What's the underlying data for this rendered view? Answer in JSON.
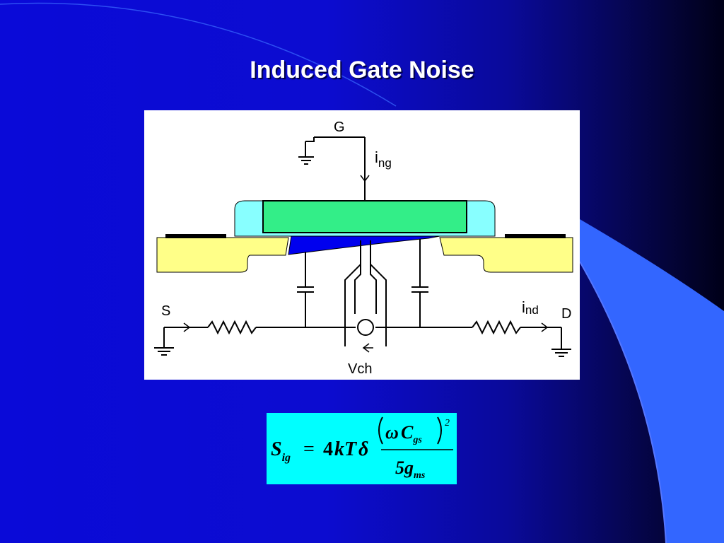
{
  "slide": {
    "title": "Induced Gate Noise",
    "colors": {
      "background": "#0c0cd0",
      "accent_swoosh": "#3366ff",
      "formula_box": "#00ffff"
    }
  },
  "diagram": {
    "gate_label": "G",
    "gate_current_label": "i",
    "gate_current_subscript": "ng",
    "source_label": "S",
    "drain_label": "D",
    "drain_current_label": "i",
    "drain_current_subscript": "nd",
    "channel_source_label": "Vch",
    "colors": {
      "gate": "#33ee88",
      "spacer": "#88ffff",
      "diffusion": "#ffff88",
      "channel": "#0000ee"
    }
  },
  "formula": {
    "lhs": "S",
    "lhs_sub": "ig",
    "equals": "=",
    "coefficient": "4",
    "kt": "kT",
    "delta": "δ",
    "omega": "ω",
    "cap": "C",
    "cap_sub": "gs",
    "exponent": "2",
    "denom_coef": "5",
    "denom_g": "g",
    "denom_sub": "ms"
  }
}
